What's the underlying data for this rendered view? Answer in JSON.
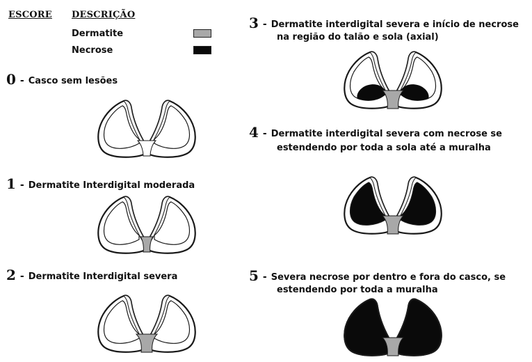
{
  "header": {
    "score_heading": "ESCORE",
    "description_heading": "DESCRIÇÃO"
  },
  "legend": [
    {
      "label": "Dermatite",
      "color": "#a8a8a8"
    },
    {
      "label": "Necrose",
      "color": "#0a0a0a"
    }
  ],
  "scores": [
    {
      "number": "0",
      "dash": "-",
      "line1": "Casco sem lesões",
      "line2": "",
      "interdigital": "none",
      "necrosis": "none"
    },
    {
      "number": "1",
      "dash": "-",
      "line1": "Dermatite Interdigital moderada",
      "line2": "",
      "interdigital": "moderate",
      "necrosis": "none"
    },
    {
      "number": "2",
      "dash": "-",
      "line1": "Dermatite Interdigital severa",
      "line2": "",
      "interdigital": "severe",
      "necrosis": "none"
    },
    {
      "number": "3",
      "dash": "-",
      "line1": "Dermatite interdigital severa e início de necrose",
      "line2": "na região do talão e sola (axial)",
      "interdigital": "severe",
      "necrosis": "partial"
    },
    {
      "number": "4",
      "dash": "-",
      "line1": "Dermatite interdigital severa com necrose se",
      "line2": "estendendo por toda a sola até a muralha",
      "interdigital": "severe",
      "necrosis": "sole"
    },
    {
      "number": "5",
      "dash": "-",
      "line1": "Severa necrose por dentro e fora do casco, se",
      "line2": "estendendo por toda a muralha",
      "interdigital": "severe",
      "necrosis": "full"
    }
  ],
  "colors": {
    "dermatitis": "#a8a8a8",
    "necrosis": "#0a0a0a",
    "outline": "#1a1a1a"
  }
}
